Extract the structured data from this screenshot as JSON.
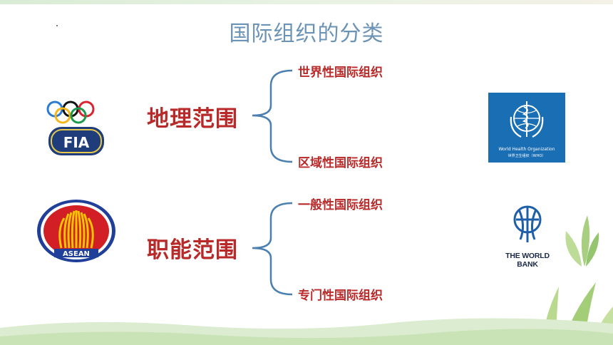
{
  "title": "国际组织的分类",
  "categories": [
    {
      "label": "地理范围",
      "subs": [
        "世界性国际组织",
        "区域性国际组织"
      ]
    },
    {
      "label": "职能范围",
      "subs": [
        "一般性国际组织",
        "专门性国际组织"
      ]
    }
  ],
  "logos": {
    "fia_text": "FIA",
    "asean_text": "ASEAN",
    "who_name": "World Health Organization",
    "who_name_cn": "世界卫生组织（WHO）",
    "worldbank_text": "THE WORLD BANK"
  },
  "colors": {
    "title": "#6b93b6",
    "category": "#b82a2a",
    "brace": "#4a7fb0",
    "who_blue": "#1a6eb4",
    "leaf_green": "#a7cf7f"
  }
}
